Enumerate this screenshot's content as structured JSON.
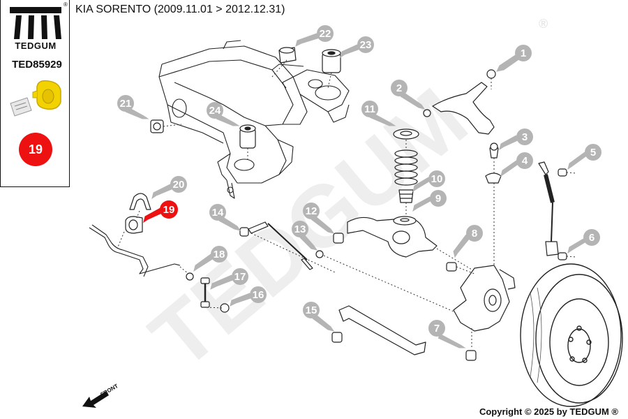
{
  "header": {
    "title": "KIA SORENTO (2009.11.01 > 2012.12.31)"
  },
  "brand": {
    "name": "TEDGUM",
    "registered_mark": "®",
    "part_number": "TED85929",
    "highlight_number": "19",
    "highlight_color": "#ee1111"
  },
  "watermark": {
    "text": "TEDGUM",
    "mark": "®"
  },
  "front_label": "FRONT",
  "footer": {
    "copyright": "Copyright © 2025 by TEDGUM ®"
  },
  "callouts": [
    {
      "number": "1",
      "highlight": false
    },
    {
      "number": "2",
      "highlight": false
    },
    {
      "number": "3",
      "highlight": false
    },
    {
      "number": "4",
      "highlight": false
    },
    {
      "number": "5",
      "highlight": false
    },
    {
      "number": "6",
      "highlight": false
    },
    {
      "number": "7",
      "highlight": false
    },
    {
      "number": "8",
      "highlight": false
    },
    {
      "number": "9",
      "highlight": false
    },
    {
      "number": "10",
      "highlight": false
    },
    {
      "number": "11",
      "highlight": false
    },
    {
      "number": "12",
      "highlight": false
    },
    {
      "number": "13",
      "highlight": false
    },
    {
      "number": "14",
      "highlight": false
    },
    {
      "number": "15",
      "highlight": false
    },
    {
      "number": "16",
      "highlight": false
    },
    {
      "number": "17",
      "highlight": false
    },
    {
      "number": "18",
      "highlight": false
    },
    {
      "number": "19",
      "highlight": true
    },
    {
      "number": "20",
      "highlight": false
    },
    {
      "number": "21",
      "highlight": false
    },
    {
      "number": "22",
      "highlight": false
    },
    {
      "number": "23",
      "highlight": false
    },
    {
      "number": "24",
      "highlight": false
    }
  ],
  "colors": {
    "callout_grey": "#b4b4b4",
    "callout_red": "#ee1111",
    "bushing_yellow": "#f2d200",
    "line": "#222222",
    "watermark": "#eeeeee"
  }
}
